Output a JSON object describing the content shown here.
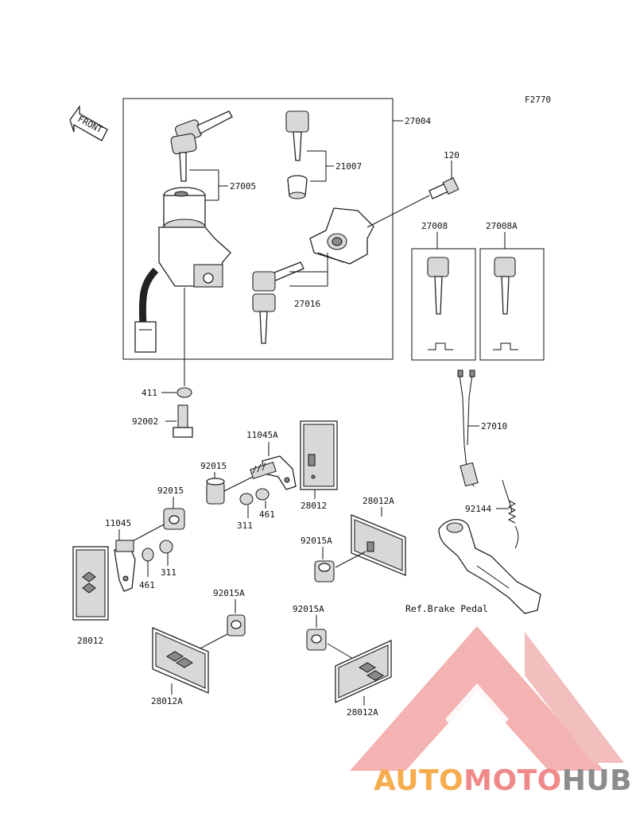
{
  "diagram": {
    "code": "F2770",
    "front_label": "FRONT",
    "reference_note": "Ref.Brake Pedal",
    "part_numbers": {
      "p27004": "27004",
      "p27005": "27005",
      "p21007": "21007",
      "p120": "120",
      "p27008": "27008",
      "p27008A": "27008A",
      "p27016": "27016",
      "p411": "411",
      "p92002": "92002",
      "p11045A": "11045A",
      "p27010": "27010",
      "p92015_a": "92015",
      "p92015_b": "92015",
      "p28012_a": "28012",
      "p311_a": "311",
      "p461_a": "461",
      "p28012A_a": "28012A",
      "p92144": "92144",
      "p11045": "11045",
      "p92015A_a": "92015A",
      "p311_b": "311",
      "p461_b": "461",
      "p92015A_b": "92015A",
      "p92015A_c": "92015A",
      "p28012_b": "28012",
      "p28012A_b": "28012A",
      "p28012A_c": "28012A"
    }
  },
  "watermark": {
    "brand_part1": "AUTO",
    "brand_part2": "MOTO",
    "brand_part3": "HUB",
    "colors": {
      "orange": "#f6ad4f",
      "red": "#f08a8a",
      "gray": "#8c8c8c",
      "mark": "#f3a6a6"
    }
  }
}
